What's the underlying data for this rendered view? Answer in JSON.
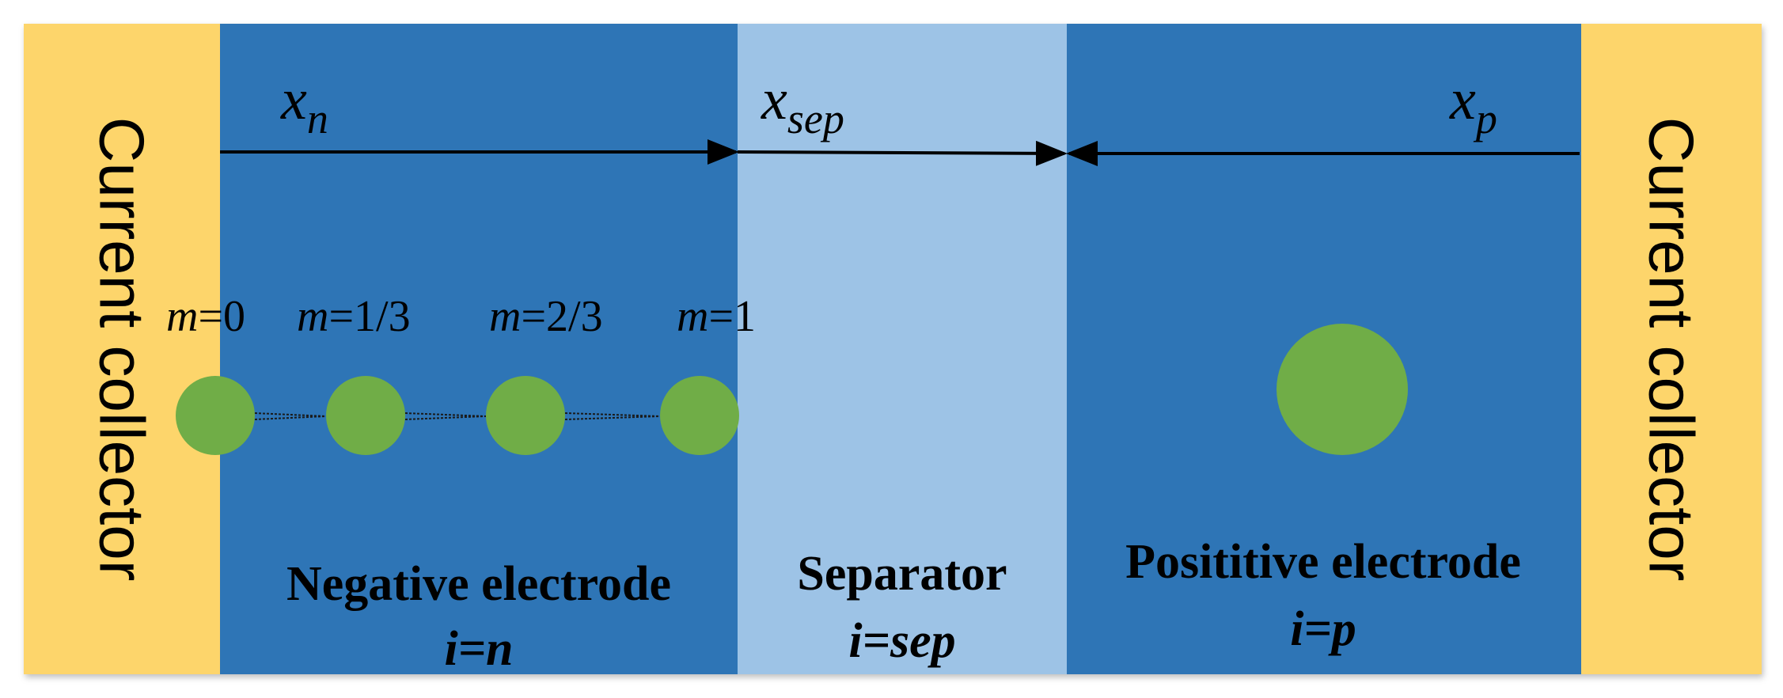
{
  "colors": {
    "current_collector": "#FDD56B",
    "electrode": "#2E75B6",
    "separator": "#9DC3E6",
    "particle": "#70AD47",
    "arrow": "#000000"
  },
  "regions": {
    "left_collector": {
      "label": "Current collector"
    },
    "negative_electrode": {
      "label": "Negative electrode",
      "index": "i=n"
    },
    "separator": {
      "label": "Separator",
      "index": "i=sep"
    },
    "positive_electrode": {
      "label": "Posititive electrode",
      "index": "i=p"
    },
    "right_collector": {
      "label": "Current collector"
    }
  },
  "axes": {
    "x_n": {
      "base": "x",
      "sub": "n"
    },
    "x_sep": {
      "base": "x",
      "sub": "sep"
    },
    "x_p": {
      "base": "x",
      "sub": "p"
    }
  },
  "particles": [
    {
      "var": "m",
      "value": "=0"
    },
    {
      "var": "m",
      "value": "=1/3"
    },
    {
      "var": "m",
      "value": "=2/3"
    },
    {
      "var": "m",
      "value": "=1"
    }
  ]
}
